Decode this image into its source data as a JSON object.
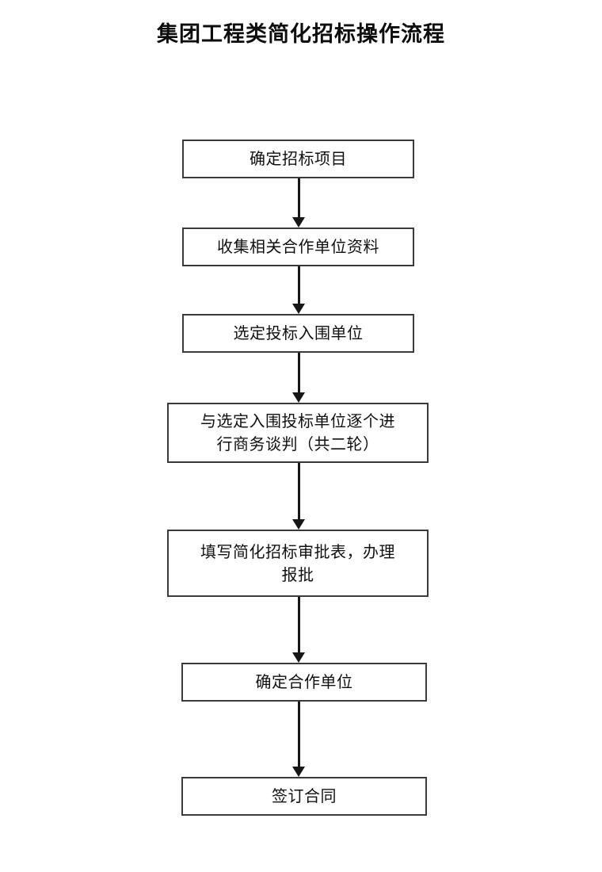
{
  "document": {
    "title": "集团工程类简化招标操作流程",
    "background_color": "#ffffff",
    "text_color": "#101010",
    "box_border_color": "#3a3a3a",
    "arrow_color": "#161616"
  },
  "flowchart": {
    "type": "vertical-flow",
    "orientation": "top-to-bottom",
    "node_count": 7,
    "nodes": [
      {
        "id": "node-1",
        "order": 1,
        "label": "确定招标项目",
        "shape": "rectangle",
        "lines": 1
      },
      {
        "id": "node-2",
        "order": 2,
        "label": "收集相关合作单位资料",
        "shape": "rectangle",
        "lines": 1
      },
      {
        "id": "node-3",
        "order": 3,
        "label": "选定投标入围单位",
        "shape": "rectangle",
        "lines": 1
      },
      {
        "id": "node-4",
        "order": 4,
        "label": "与选定入围投标单位逐个进\n行商务谈判（共二轮）",
        "shape": "rectangle",
        "lines": 2
      },
      {
        "id": "node-5",
        "order": 5,
        "label": "填写简化招标审批表，办理\n报批",
        "shape": "rectangle",
        "lines": 2
      },
      {
        "id": "node-6",
        "order": 6,
        "label": "确定合作单位",
        "shape": "rectangle",
        "lines": 1
      },
      {
        "id": "node-7",
        "order": 7,
        "label": "签订合同",
        "shape": "rectangle",
        "lines": 1
      }
    ],
    "connectors": [
      {
        "id": "connector-1",
        "from": "node-1",
        "to": "node-2",
        "style": "solid-arrow-down"
      },
      {
        "id": "connector-2",
        "from": "node-2",
        "to": "node-3",
        "style": "solid-arrow-down"
      },
      {
        "id": "connector-3",
        "from": "node-3",
        "to": "node-4",
        "style": "solid-arrow-down"
      },
      {
        "id": "connector-4",
        "from": "node-4",
        "to": "node-5",
        "style": "solid-arrow-down"
      },
      {
        "id": "connector-5",
        "from": "node-5",
        "to": "node-6",
        "style": "solid-arrow-down"
      },
      {
        "id": "connector-6",
        "from": "node-6",
        "to": "node-7",
        "style": "solid-arrow-down"
      }
    ]
  }
}
